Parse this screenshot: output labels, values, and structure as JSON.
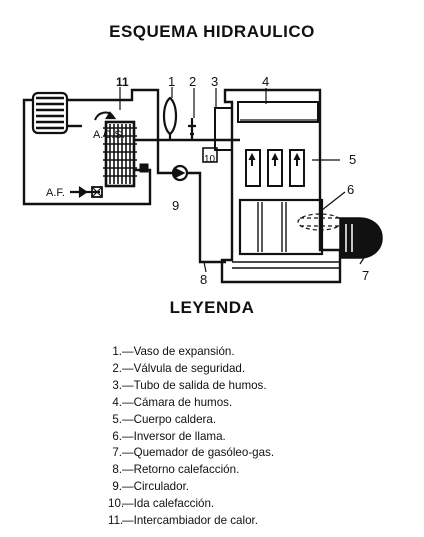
{
  "title": "ESQUEMA HIDRAULICO",
  "legend_title": "LEYENDA",
  "labels": {
    "acs": "A.C.S.",
    "af": "A.F.",
    "n1": "1",
    "n2": "2",
    "n3": "3",
    "n4": "4",
    "n5": "5",
    "n6": "6",
    "n7": "7",
    "n8": "8",
    "n9": "9",
    "n10": "10",
    "n11": "11"
  },
  "legend": [
    {
      "num": "1.",
      "text": "—Vaso de expansión."
    },
    {
      "num": "2.",
      "text": "—Válvula de seguridad."
    },
    {
      "num": "3.",
      "text": "—Tubo de salida de humos."
    },
    {
      "num": "4.",
      "text": "—Cámara de humos."
    },
    {
      "num": "5.",
      "text": "—Cuerpo caldera."
    },
    {
      "num": "6.",
      "text": "—Inversor de llama."
    },
    {
      "num": "7.",
      "text": "—Quemador de gasóleo-gas."
    },
    {
      "num": "8.",
      "text": "—Retorno calefacción."
    },
    {
      "num": "9.",
      "text": "—Circulador."
    },
    {
      "num": "10.",
      "text": "—Ida calefacción."
    },
    {
      "num": "11.",
      "text": "—Intercambiador de calor."
    }
  ]
}
